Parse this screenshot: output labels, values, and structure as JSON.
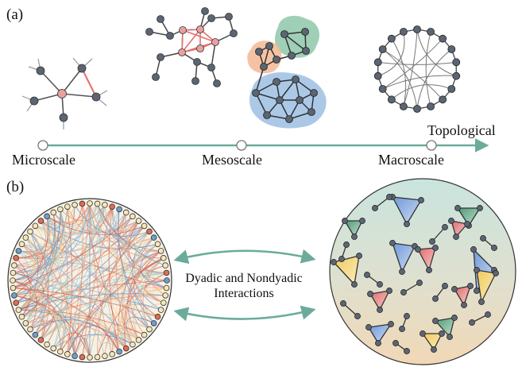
{
  "panel_labels": {
    "a": "(a)",
    "b": "(b)"
  },
  "scale_axis": {
    "end_label": "Topological",
    "stops": [
      "Microscale",
      "Mesoscale",
      "Macroscale"
    ]
  },
  "interaction_label": {
    "line1": "Dyadic and Nondyadic",
    "line2": "Interactions"
  },
  "colors": {
    "axis": "#6aab9c",
    "node": "#5b6573",
    "node_highlight": "#e9a0a0",
    "edge_highlight": "#e56f6f",
    "community_green": "#8fc7aa",
    "community_orange": "#f3b893",
    "community_blue": "#9cbfe3",
    "sphere_top": "#c7e2dc",
    "sphere_bottom": "#efd9b8",
    "tri_blue": "#8fb1e0",
    "tri_green": "#78b596",
    "tri_red": "#e88a8a",
    "tri_yellow": "#f2d880"
  },
  "icons": [
    "circular-network-icon",
    "simplicial-complex-icon",
    "double-arrow-icon"
  ]
}
